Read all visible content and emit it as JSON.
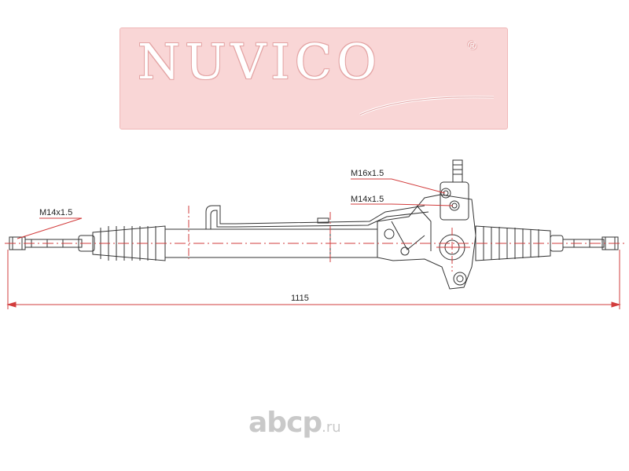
{
  "logo": {
    "brand": "NUVICO",
    "registered_mark": "®",
    "colors": {
      "background": "#f9d6d6",
      "outline": "#e3a3a3"
    }
  },
  "drawing": {
    "subject": "steering rack",
    "thread_outer_tie_rod": "M14x1.5",
    "thread_port_high": "M16x1.5",
    "thread_port_low": "M14x1.5",
    "overall_length": "1115",
    "colors": {
      "line": "#333333",
      "dimension": "#d23c3c"
    }
  },
  "watermark": {
    "brand": "abcp",
    "suffix": ".ru"
  }
}
